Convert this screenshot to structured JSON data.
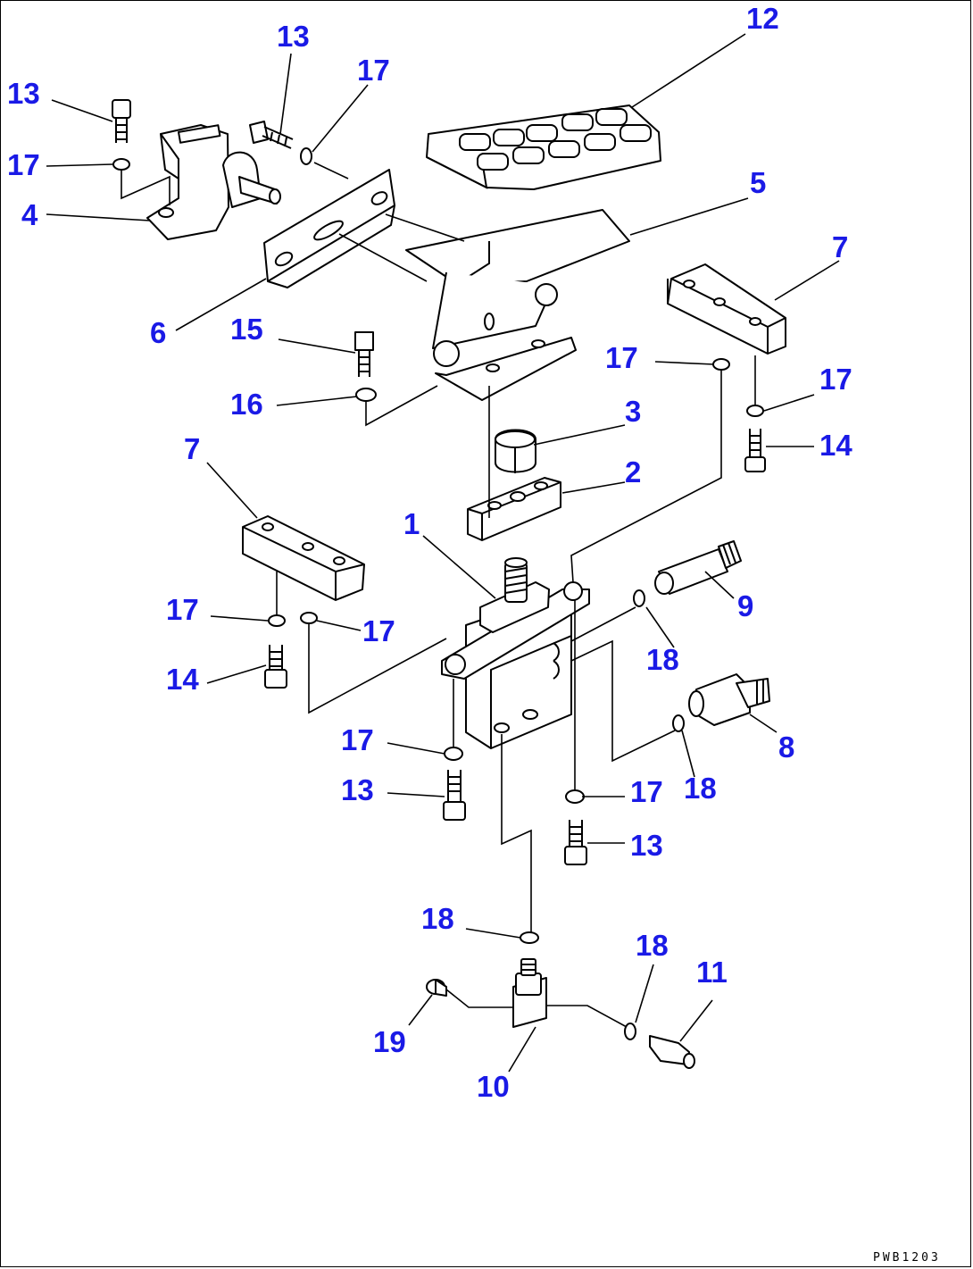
{
  "drawing_code": "PWB1203",
  "callouts": {
    "c1": "1",
    "c2": "2",
    "c3": "3",
    "c4": "4",
    "c5": "5",
    "c6": "6",
    "c7a": "7",
    "c7b": "7",
    "c8": "8",
    "c9": "9",
    "c10": "10",
    "c11": "11",
    "c12": "12",
    "c13a": "13",
    "c13b": "13",
    "c13c": "13",
    "c13d": "13",
    "c14a": "14",
    "c14b": "14",
    "c15": "15",
    "c16": "16",
    "c17a": "17",
    "c17b": "17",
    "c17c": "17",
    "c17d": "17",
    "c17e": "17",
    "c17f": "17",
    "c17g": "17",
    "c17h": "17",
    "c18a": "18",
    "c18b": "18",
    "c18c": "18",
    "c18d": "18",
    "c19": "19"
  },
  "colors": {
    "callout": "#1a1ae6",
    "line": "#000000",
    "background": "#ffffff"
  }
}
